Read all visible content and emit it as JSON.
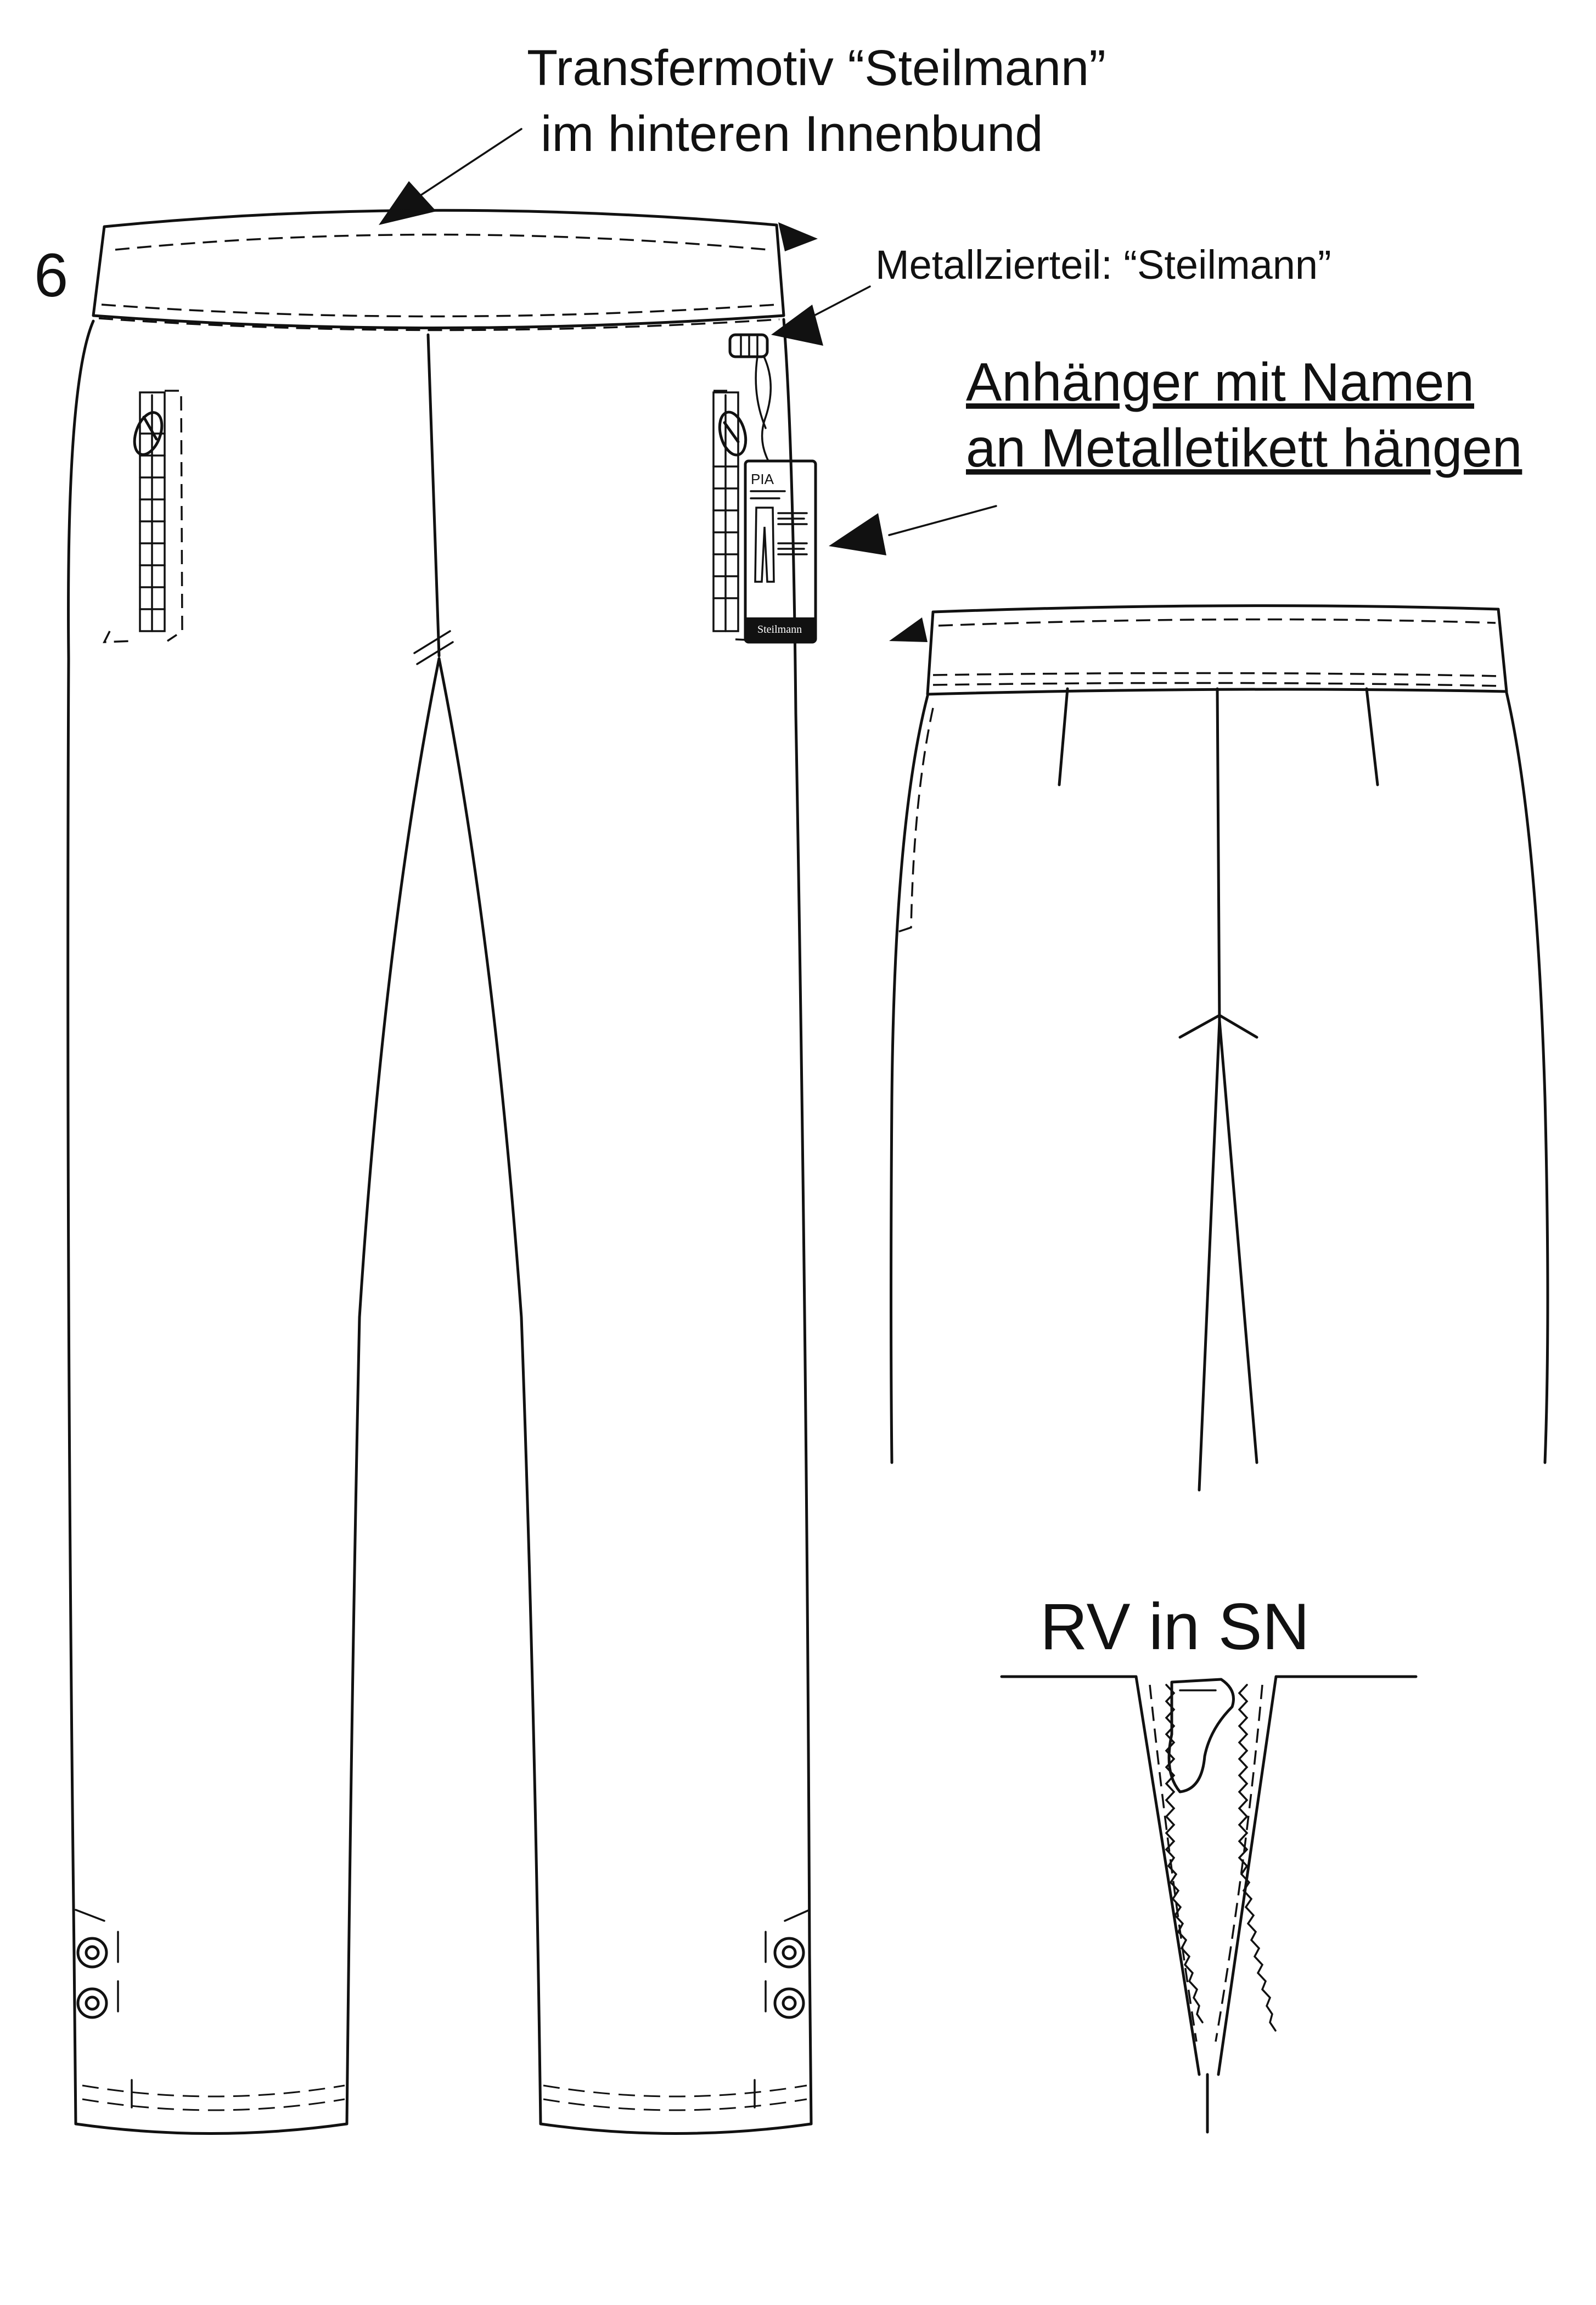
{
  "labels": {
    "transfer_line1": "Transfermotiv “Steilmann”",
    "transfer_line2": "im hinteren Innenbund",
    "size_number": "6",
    "metal_part": "Metallzierteil: “Steilmann”",
    "hangtag_line1": "Anhänger mit Namen",
    "hangtag_line2": "an Metalletikett hängen",
    "zipper_detail": "RV in SN"
  },
  "hangtag": {
    "name": "PIA",
    "brand": "Steilmann"
  },
  "colors": {
    "line": "#111111",
    "background": "#ffffff"
  }
}
